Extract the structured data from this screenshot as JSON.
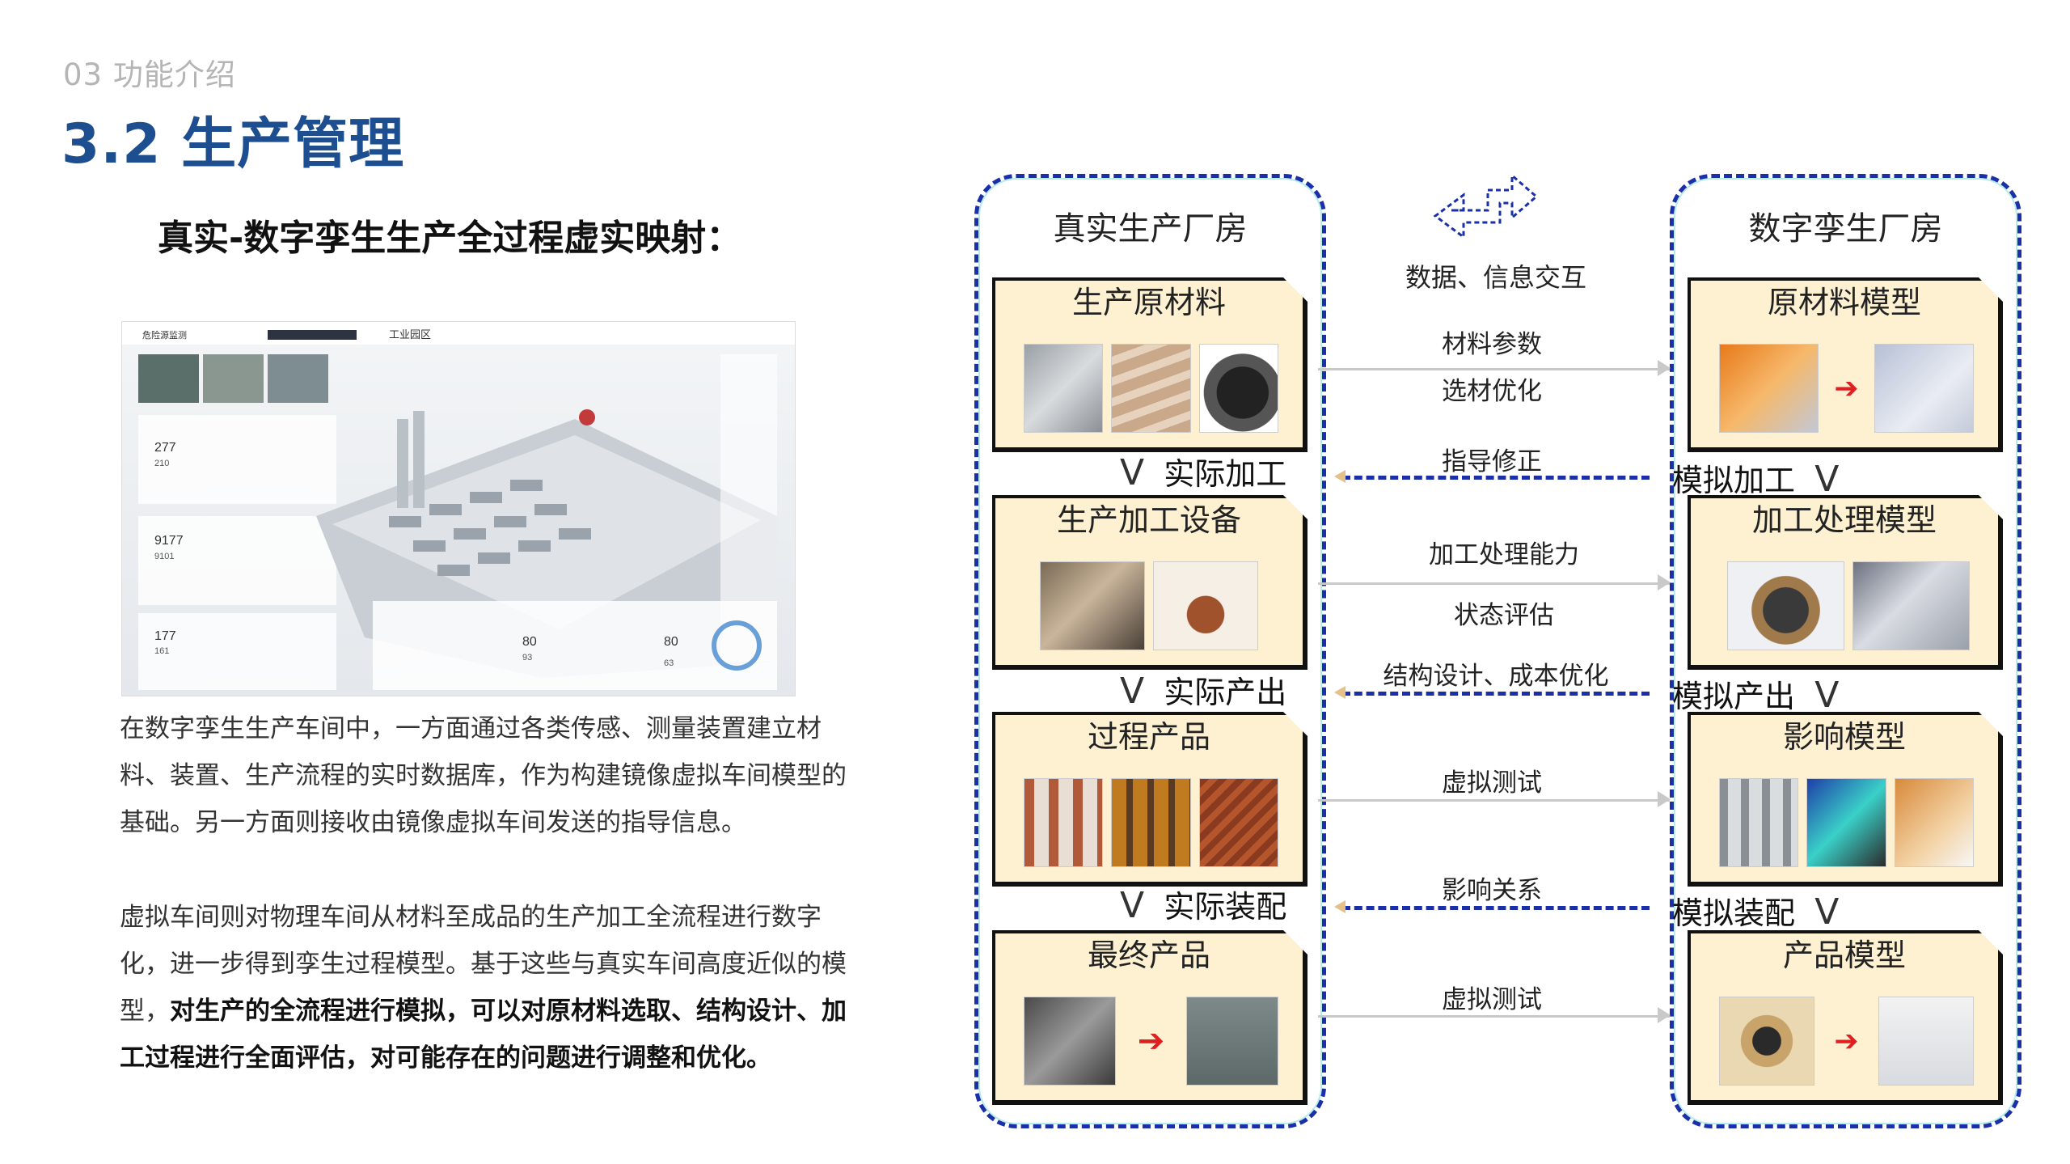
{
  "header": {
    "section_label": "03  功能介绍",
    "title": "3.2 生产管理",
    "subtitle": "真实-数字孪生生产全过程虚实映射："
  },
  "paragraphs": {
    "p1": "在数字孪生生产车间中，一方面通过各类传感、测量装置建立材料、装置、生产流程的实时数据库，作为构建镜像虚拟车间模型的基础。另一方面则接收由镜像虚拟车间发送的指导信息。",
    "p2_normal": "虚拟车间则对物理车间从材料至成品的生产加工全流程进行数字化，进一步得到孪生过程模型。基于这些与真实车间高度近似的模型，",
    "p2_bold": "对生产的全流程进行模拟，可以对原材料选取、结构设计、加工过程进行全面评估，对可能存在的问题进行调整和优化。"
  },
  "diagram": {
    "real_factory": {
      "title": "真实生产厂房",
      "cards": [
        "生产原材料",
        "生产加工设备",
        "过程产品",
        "最终产品"
      ],
      "steps": [
        "实际加工",
        "实际产出",
        "实际装配"
      ]
    },
    "virtual_factory": {
      "title": "数字孪生厂房",
      "cards": [
        "原材料模型",
        "加工处理模型",
        "影响模型",
        "产品模型"
      ],
      "steps": [
        "模拟加工",
        "模拟产出",
        "模拟装配"
      ]
    },
    "exchange_label": "数据、信息交互",
    "connections": {
      "c1a": "材料参数",
      "c1b": "选材优化",
      "c2": "指导修正",
      "c3a": "加工处理能力",
      "c3b": "状态评估",
      "c4": "结构设计、成本优化",
      "c5": "虚拟测试",
      "c6": "影响关系",
      "c7": "虚拟测试"
    },
    "colors": {
      "border_blue": "#1b2fa8",
      "card_fill": "#fdf1d2",
      "title_blue": "#1d4e8f"
    }
  },
  "dashboard": {
    "title_left": "危险源监测",
    "title_center": "工业园区",
    "stats": [
      "277",
      "210",
      "9177",
      "9101",
      "177",
      "161",
      "80",
      "93",
      "80",
      "63"
    ]
  }
}
